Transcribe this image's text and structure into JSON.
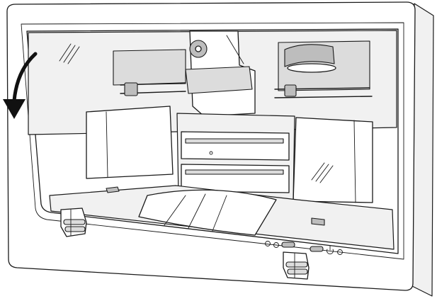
{
  "diagram": {
    "subject": "disc-publisher-printer",
    "door_state": "open",
    "arrow_direction": "down-left",
    "colors": {
      "stroke": "#1a1a1a",
      "background": "#ffffff",
      "light_fill": "#f1f1f1",
      "mid_fill": "#dcdcdc",
      "dark_fill": "#bdbdbd",
      "arrow": "#111111"
    },
    "icons": [
      "door-open-arrow-icon",
      "power-icon",
      "hinge-icon",
      "reflection-icon"
    ]
  }
}
